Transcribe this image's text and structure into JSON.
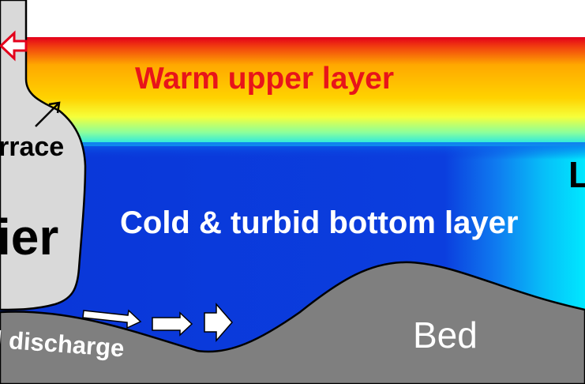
{
  "labels": {
    "warm_layer": "Warm upper layer",
    "cold_layer": "Cold & turbid bottom layer",
    "terrace": "rrace",
    "glacier": "ier",
    "lake": "L",
    "discharge": "l discharge",
    "bed": "Bed"
  },
  "colors": {
    "warm_text": "#e8141a",
    "cold_text": "#ffffff",
    "glacier_fill": "#d9d9d9",
    "bed_fill": "#7f7f7f",
    "water_deep": "#0a36d8",
    "water_shallow": "#00e5ff",
    "surface_red": "#e3001b"
  },
  "icons": {
    "calving_arrow": "red-hollow-arrow-icon",
    "flow_arrows": "white-arrow-icon",
    "terrace_pointer": "black-pointer-arrow-icon"
  }
}
